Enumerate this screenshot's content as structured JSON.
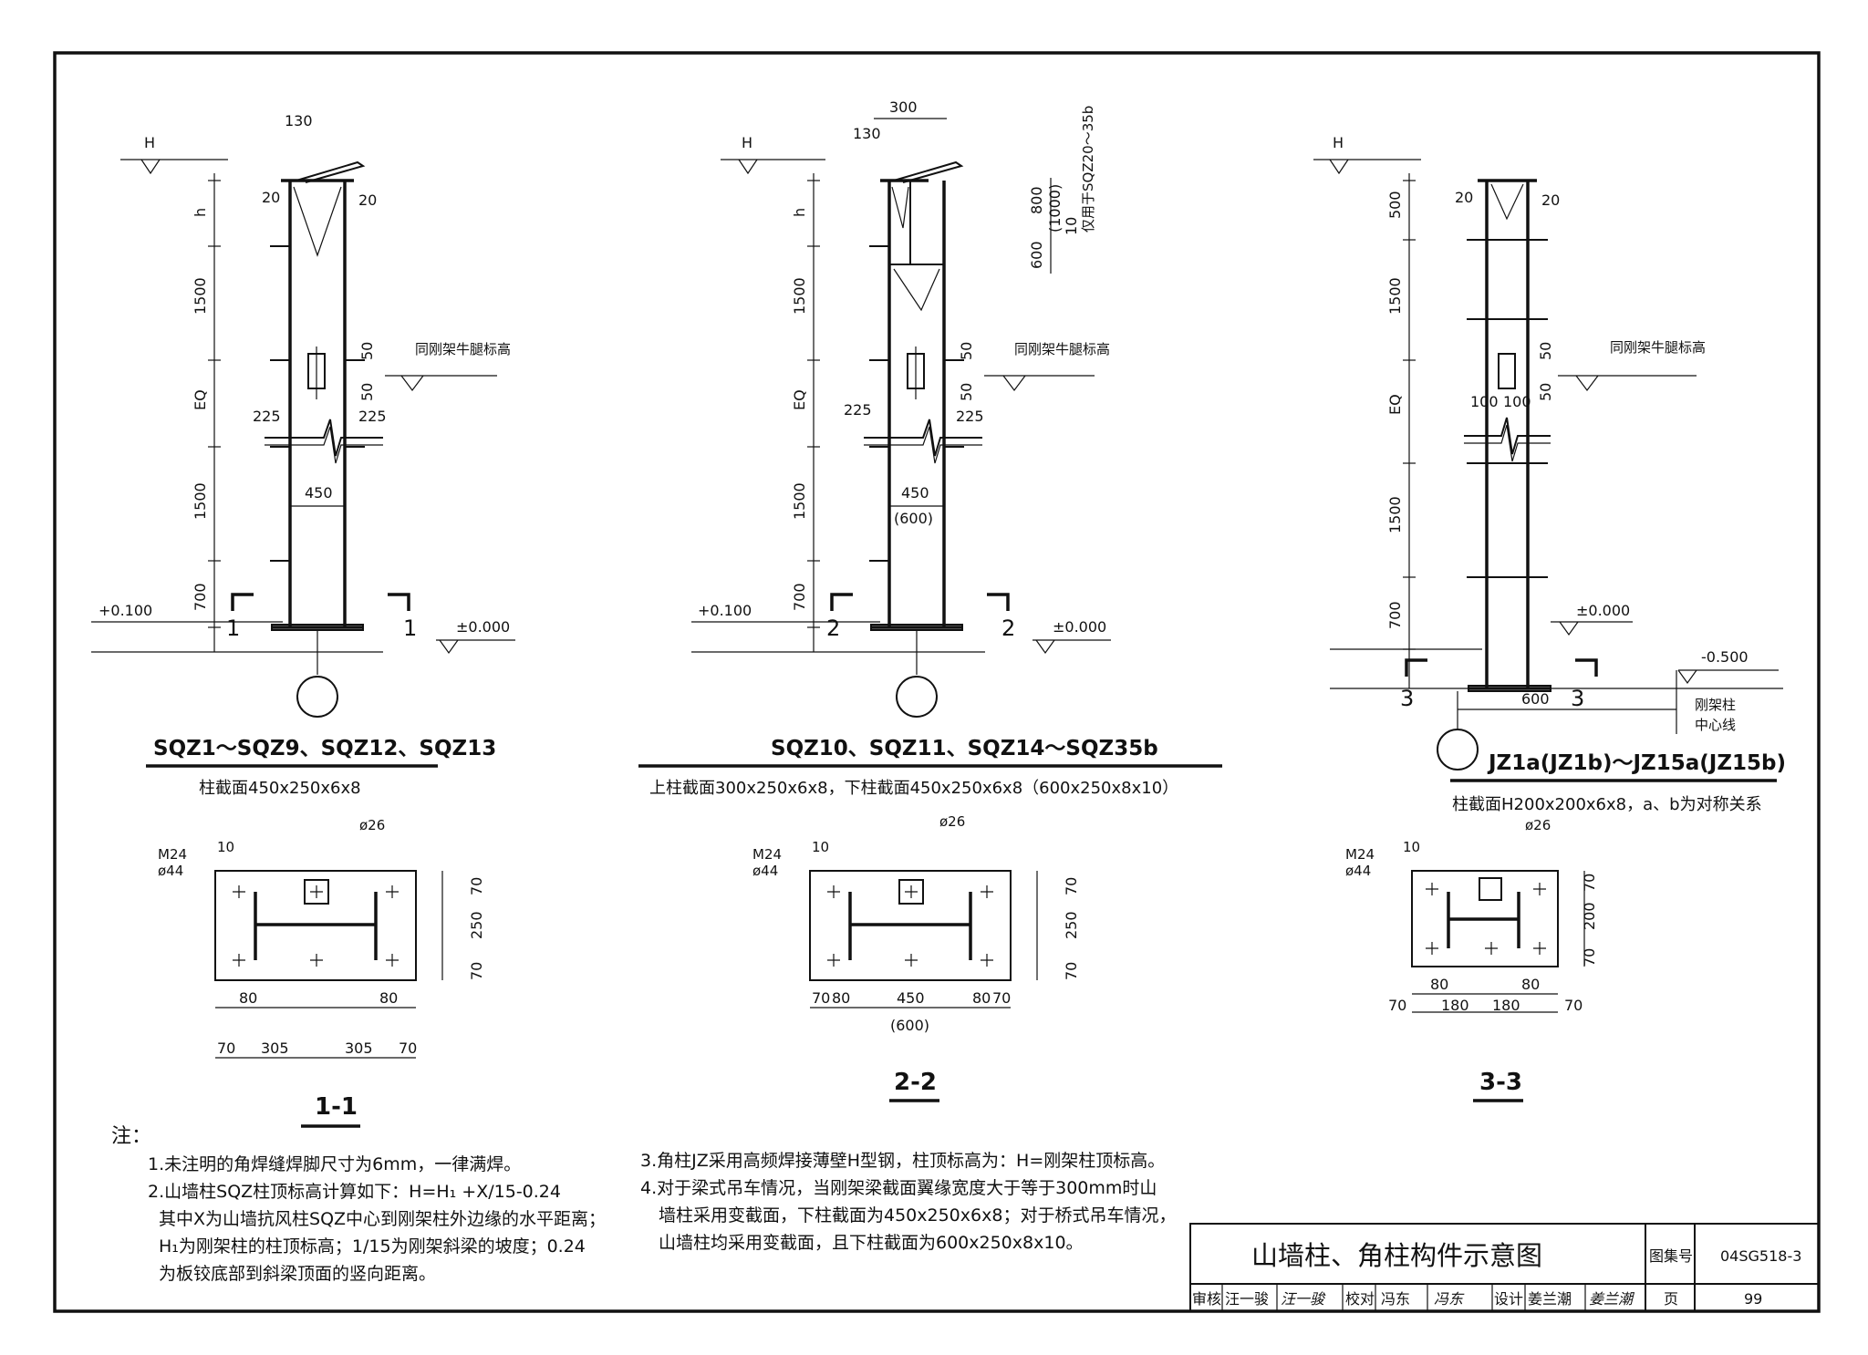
{
  "details": {
    "d1": {
      "top_dims": [
        "130",
        "20",
        "20"
      ],
      "left_dims": [
        "h",
        "1500",
        "EQ",
        "1500",
        "700"
      ],
      "mid_dims": [
        "50",
        "50",
        "225",
        "225",
        "450"
      ],
      "beam_label": "同刚架牛腿标高",
      "elev_h": "H",
      "elev_plus": "+0.100",
      "elev_zero": "±0.000",
      "cut_mark": "1",
      "caption": "SQZ1～SQZ9、SQZ12、SQZ13",
      "subcaption": "柱截面450x250x6x8"
    },
    "d2": {
      "top_dims": [
        "300",
        "130",
        "800",
        "(1000)",
        "10",
        "600"
      ],
      "vertical_note": "仅用于SQZ20～35b",
      "left_dims": [
        "h",
        "1500",
        "EQ",
        "1500",
        "700"
      ],
      "mid_dims": [
        "50",
        "50",
        "225",
        "225",
        "450",
        "(600)"
      ],
      "beam_label": "同刚架牛腿标高",
      "elev_h": "H",
      "elev_plus": "+0.100",
      "elev_zero": "±0.000",
      "cut_mark": "2",
      "caption": "SQZ10、SQZ11、SQZ14～SQZ35b",
      "subcaption": "上柱截面300x250x6x8，下柱截面450x250x6x8（600x250x8x10）"
    },
    "d3": {
      "top_dims": [
        "20",
        "20"
      ],
      "left_dims": [
        "500",
        "1500",
        "EQ",
        "1500",
        "700"
      ],
      "mid_dims": [
        "50",
        "50",
        "100",
        "100",
        "600"
      ],
      "beam_label": "同刚架牛腿标高",
      "elev_h": "H",
      "elev_zero": "±0.000",
      "elev_minus": "-0.500",
      "axis_label_1": "刚架柱",
      "axis_label_2": "中心线",
      "cut_mark": "3",
      "caption": "JZ1a(JZ1b)～JZ15a(JZ15b)",
      "subcaption": "柱截面H200x200x6x8，a、b为对称关系"
    }
  },
  "sections": {
    "s1": {
      "weld": "10",
      "hole": "ø26",
      "bolt_1": "M24",
      "bolt_2": "ø44",
      "right_dims": [
        "70",
        "250",
        "70"
      ],
      "bottom_dims_1": [
        "80",
        "80"
      ],
      "bottom_dims_2": [
        "70",
        "305",
        "305",
        "70"
      ],
      "title": "1-1"
    },
    "s2": {
      "weld": "10",
      "hole": "ø26",
      "bolt_1": "M24",
      "bolt_2": "ø44",
      "right_dims": [
        "70",
        "250",
        "70"
      ],
      "bottom_dims": [
        "70",
        "80",
        "450",
        "80",
        "70"
      ],
      "bottom_alt": "(600)",
      "title": "2-2"
    },
    "s3": {
      "weld": "10",
      "hole": "ø26",
      "bolt_1": "M24",
      "bolt_2": "ø44",
      "right_dims": [
        "70",
        "200",
        "70"
      ],
      "bottom_dims_1": [
        "80",
        "80"
      ],
      "bottom_dims_2": [
        "70",
        "180",
        "180",
        "70"
      ],
      "title": "3-3"
    }
  },
  "notes": {
    "heading": "注：",
    "left": [
      "1.未注明的角焊缝焊脚尺寸为6mm，一律满焊。",
      "2.山墙柱SQZ柱顶标高计算如下：H=H₁ +X/15-0.24",
      "其中X为山墙抗风柱SQZ中心到刚架柱外边缘的水平距离；",
      "H₁为刚架柱的柱顶标高；1/15为刚架斜梁的坡度；0.24",
      "为板铰底部到斜梁顶面的竖向距离。"
    ],
    "right": [
      "3.角柱JZ采用高频焊接薄壁H型钢，柱顶标高为：H=刚架柱顶标高。",
      "4.对于梁式吊车情况，当刚架梁截面翼缘宽度大于等于300mm时山",
      "墙柱采用变截面，下柱截面为450x250x6x8；对于桥式吊车情况，",
      "山墙柱均采用变截面，且下柱截面为600x250x8x10。"
    ]
  },
  "title_block": {
    "title": "山墙柱、角柱构件示意图",
    "atlas_label": "图集号",
    "atlas_no": "04SG518-3",
    "review_label": "审核",
    "reviewer": "汪一骏",
    "review_sign": "汪一骏",
    "check_label": "校对",
    "checker": "冯东",
    "check_sign": "冯东",
    "design_label": "设计",
    "designer": "姜兰潮",
    "design_sign": "姜兰潮",
    "page_label": "页",
    "page_no": "99"
  }
}
